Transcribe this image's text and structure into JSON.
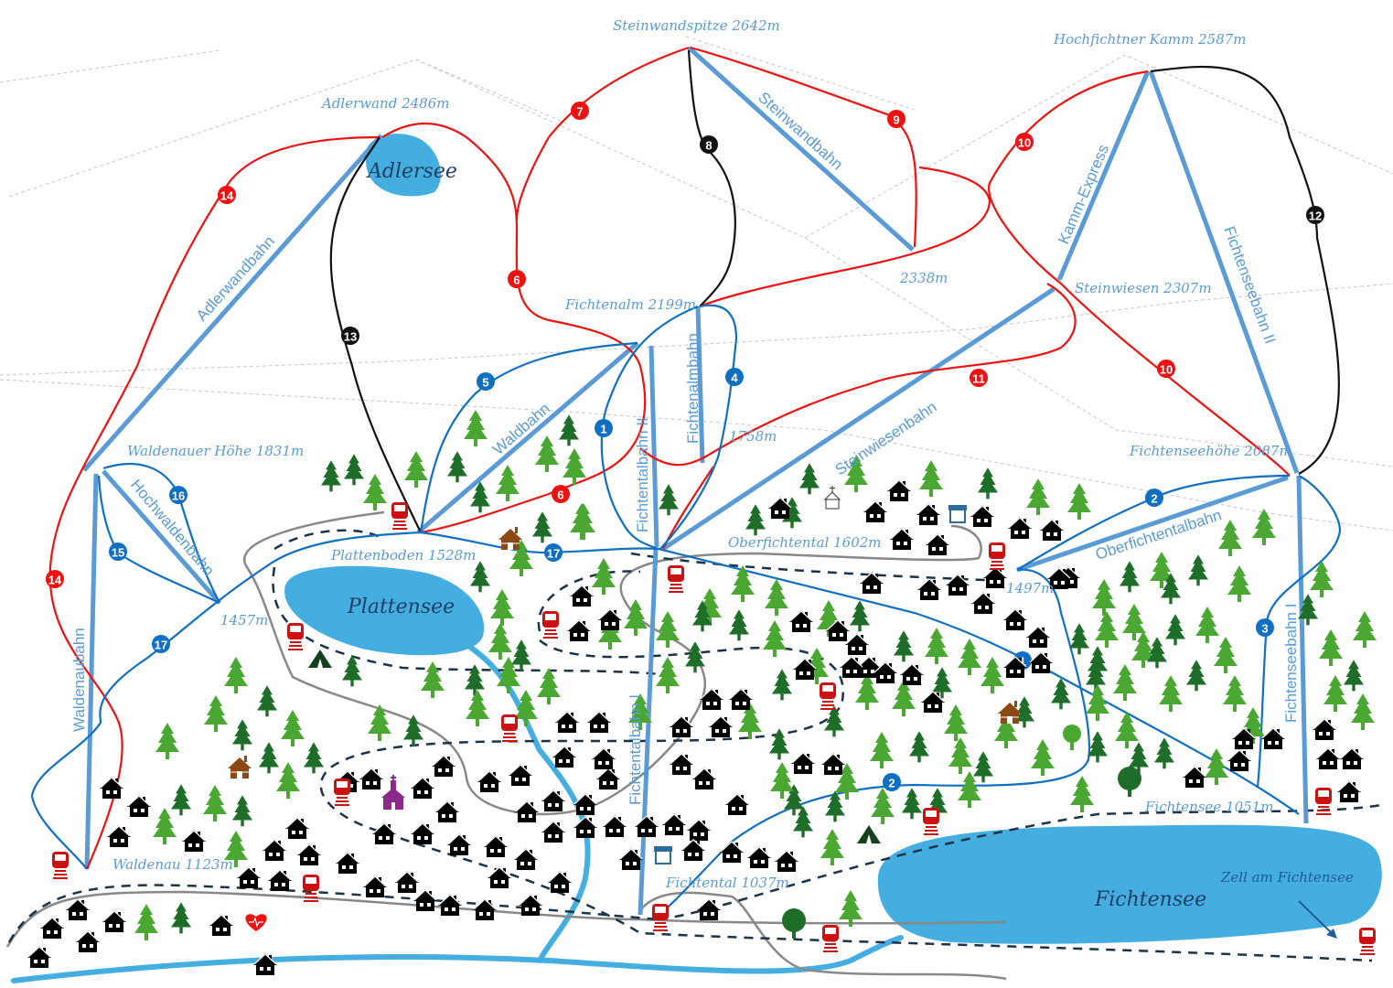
{
  "map": {
    "title": "Ski area map",
    "colors": {
      "lift": "#5b9bd5",
      "run_easy": "#0f6fc2",
      "run_medium": "#ee1111",
      "run_difficult": "#111111",
      "lake": "#44aee0",
      "road": "#888888",
      "railway": "#1c3346",
      "tree_light": "#4aa832",
      "tree_dark": "#1e6e2a",
      "train": "#cc1111",
      "chapel": "#8b2a8b",
      "hut": "#8b4a14",
      "shop": "#2a6d9c"
    },
    "places": [
      {
        "id": "steinwandspitze",
        "label": "Steinwandspitze 2642m"
      },
      {
        "id": "hochfichtner",
        "label": "Hochfichtner Kamm 2587m"
      },
      {
        "id": "adlerwand",
        "label": "Adlerwand 2486m"
      },
      {
        "id": "p2338",
        "label": "2338m"
      },
      {
        "id": "steinwiesen",
        "label": "Steinwiesen 2307m"
      },
      {
        "id": "fichtenalm",
        "label": "Fichtenalm 2199m"
      },
      {
        "id": "fichtenseehoehe",
        "label": "Fichtenseehöhe 2087m"
      },
      {
        "id": "waldenauer",
        "label": "Waldenauer Höhe 1831m"
      },
      {
        "id": "p1758",
        "label": "1758m"
      },
      {
        "id": "oberfichtental",
        "label": "Oberfichtental 1602m"
      },
      {
        "id": "plattenboden",
        "label": "Plattenboden 1528m"
      },
      {
        "id": "p1497",
        "label": "1497m"
      },
      {
        "id": "p1457",
        "label": "1457m"
      },
      {
        "id": "waldenau",
        "label": "Waldenau 1123m"
      },
      {
        "id": "fichtensee_v",
        "label": "Fichtensee 1051m"
      },
      {
        "id": "fichtental",
        "label": "Fichtental 1037m"
      },
      {
        "id": "zell",
        "label": "Zell am Fichtensee"
      }
    ],
    "lakes": [
      {
        "id": "adlersee",
        "label": "Adlersee"
      },
      {
        "id": "plattensee",
        "label": "Plattensee"
      },
      {
        "id": "fichtensee",
        "label": "Fichtensee"
      }
    ],
    "lifts": [
      {
        "id": "steinwandbahn",
        "label": "Steinwandbahn"
      },
      {
        "id": "kamm_express",
        "label": "Kamm-Express"
      },
      {
        "id": "fichtenseebahn2",
        "label": "Fichtenseebahn II"
      },
      {
        "id": "adlerwandbahn",
        "label": "Adlerwandbahn"
      },
      {
        "id": "waldbahn",
        "label": "Waldbahn"
      },
      {
        "id": "fichtentalbahn2",
        "label": "Fichtentalbahn II"
      },
      {
        "id": "fichtenalmbahn",
        "label": "Fichtenalmbahn"
      },
      {
        "id": "steinwiesenbahn",
        "label": "Steinwiesenbahn"
      },
      {
        "id": "hochwaldenbahn",
        "label": "Hochwaldenbahn"
      },
      {
        "id": "oberfichtentalbahn",
        "label": "Oberfichtentalbahn"
      },
      {
        "id": "fichtenseebahn1",
        "label": "Fichtenseebahn I"
      },
      {
        "id": "waldenaubahn",
        "label": "Waldenaubahn"
      },
      {
        "id": "fichtentalbahn1",
        "label": "Fichtentalbahn I"
      }
    ],
    "runs": [
      {
        "number": "1",
        "difficulty": "easy",
        "markers": 2
      },
      {
        "number": "2",
        "difficulty": "easy",
        "markers": 2
      },
      {
        "number": "3",
        "difficulty": "easy",
        "markers": 1
      },
      {
        "number": "4",
        "difficulty": "easy",
        "markers": 1
      },
      {
        "number": "5",
        "difficulty": "easy",
        "markers": 1
      },
      {
        "number": "6",
        "difficulty": "medium",
        "markers": 2
      },
      {
        "number": "7",
        "difficulty": "medium",
        "markers": 1
      },
      {
        "number": "8",
        "difficulty": "difficult",
        "markers": 1
      },
      {
        "number": "9",
        "difficulty": "medium",
        "markers": 1
      },
      {
        "number": "10",
        "difficulty": "medium",
        "markers": 2
      },
      {
        "number": "11",
        "difficulty": "medium",
        "markers": 1
      },
      {
        "number": "12",
        "difficulty": "difficult",
        "markers": 1
      },
      {
        "number": "13",
        "difficulty": "difficult",
        "markers": 1
      },
      {
        "number": "14",
        "difficulty": "medium",
        "markers": 2
      },
      {
        "number": "15",
        "difficulty": "easy",
        "markers": 1
      },
      {
        "number": "16",
        "difficulty": "easy",
        "markers": 1
      },
      {
        "number": "17",
        "difficulty": "easy",
        "markers": 2
      }
    ],
    "icons": {
      "train_station": "train-station-icon",
      "house": "house-icon",
      "tree": "tree-icon",
      "chapel": "chapel-icon",
      "hut": "mountain-hut-icon",
      "shop": "shop-icon",
      "camping": "camping-tent-icon",
      "hospital": "hospital-heart-icon",
      "deciduous_tree": "deciduous-tree-icon"
    }
  }
}
